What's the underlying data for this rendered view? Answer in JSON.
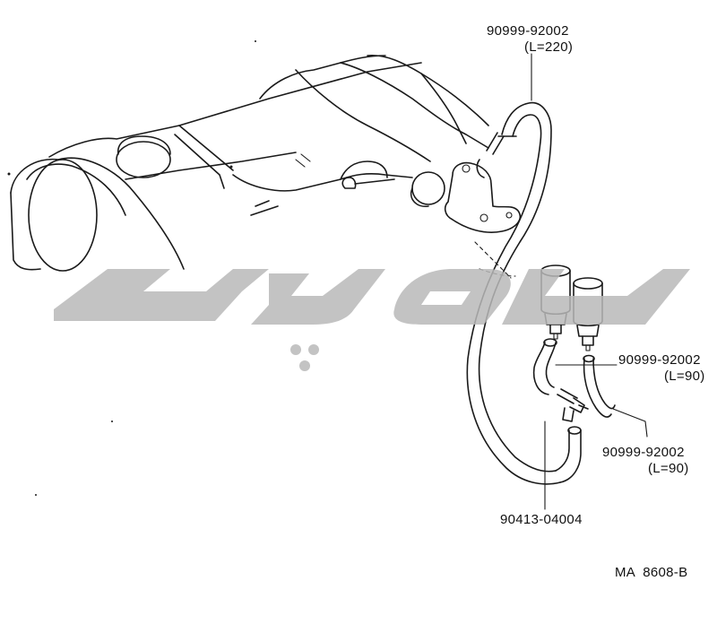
{
  "callouts": {
    "hose_top": {
      "part": "90999-92002",
      "length": "(L=220)"
    },
    "hose_right_upper": {
      "part": "90999-92002",
      "length": "(L=90)"
    },
    "hose_right_lower": {
      "part": "90999-92002",
      "length": "(L=90)"
    },
    "connector": {
      "part": "90413-04004"
    }
  },
  "figure_code": "MA  8608-B",
  "colors": {
    "ink": "#1a1a1a",
    "watermark": "#b9b9b9",
    "background": "#ffffff"
  }
}
